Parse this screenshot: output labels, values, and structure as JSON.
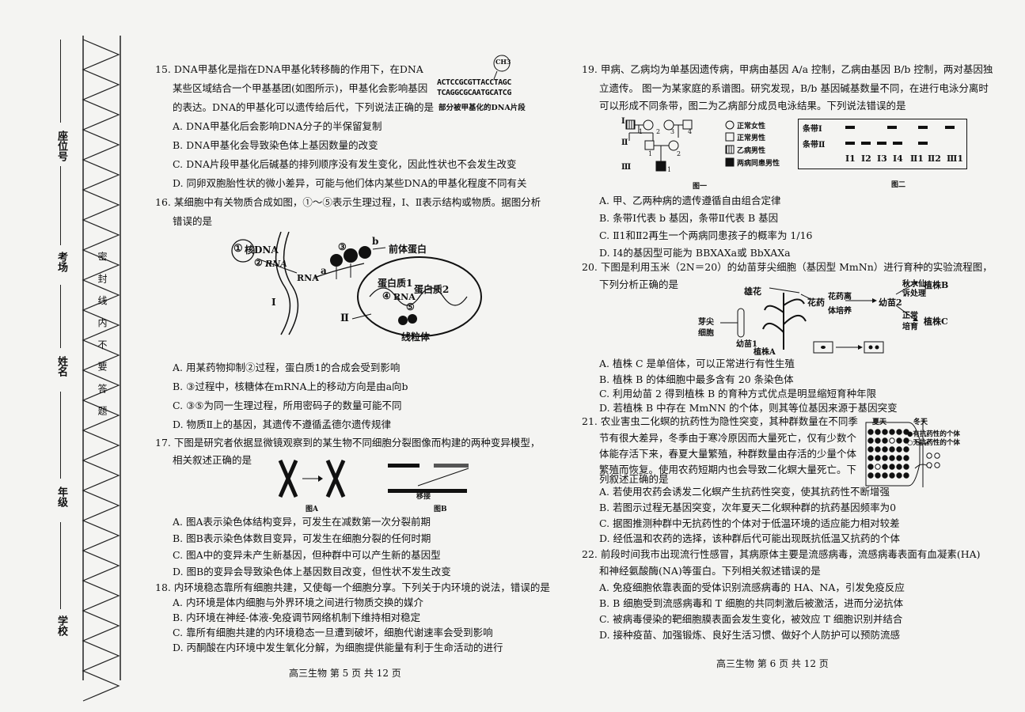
{
  "binding_margin": {
    "labels": [
      "座位号",
      "考场",
      "姓名",
      "年级",
      "学校"
    ],
    "seal_text": "密 封 线 内 不 要 答 题"
  },
  "q15": {
    "lines": [
      "15.  DNA甲基化是指在DNA甲基化转移酶的作用下，在DNA",
      "某些区域结合一个甲基基团(如图所示)，甲基化会影响基因",
      "的表达。DNA的甲基化可以遗传给后代，下列说法正确的是",
      "A. DNA甲基化后会影响DNA分子的半保留复制",
      "B. DNA甲基化会导致染色体上基因数量的改变",
      "C. DNA片段甲基化后碱基的排列顺序没有发生变化，因此性状也不会发生改变",
      "D. 同卵双胞胎性状的微小差异，可能与他们体内某些DNA的甲基化程度不同有关"
    ],
    "fig": {
      "ch3": "CH3",
      "strand1": "ACTCCGCGTTACCTAGC",
      "strand2": "TCAGGCGCAATGCATCG",
      "caption": "部分被甲基化的DNA片段"
    }
  },
  "q16": {
    "lines": [
      "16.  某细胞中有关物质合成如图，①～⑤表示生理过程，Ⅰ、Ⅱ表示结构或物质。据图分析",
      "错误的是",
      "A. 用某药物抑制②过程，蛋白质1的合成会受到影响",
      "B. ③过程中，核糖体在mRNA上的移动方向是由a向b",
      "C. ③⑤为同一生理过程，所用密码子的数量可能不同",
      "D. 物质Ⅱ上的基因，其遗传不遵循孟德尔遗传规律"
    ],
    "fig": {
      "c1": "①",
      "dna": "核DNA",
      "c2": "②",
      "rna1": "RNA",
      "rna2": "RNA",
      "a": "a",
      "b": "b",
      "c3": "③",
      "precursor": "前体蛋白",
      "protein1": "蛋白质1",
      "protein2": "蛋白质2",
      "c4": "④",
      "rna3": "RNA",
      "c5": "⑤",
      "roman1": "Ⅰ",
      "roman2": "Ⅱ",
      "mito": "线粒体"
    }
  },
  "q17": {
    "lines": [
      "17.  下图是研究者依据显微镜观察到的某生物不同细胞分裂图像而构建的两种变异模型，",
      "相关叙述正确的是",
      "A. 图A表示染色体结构变异，可发生在减数第一次分裂前期",
      "B. 图B表示染色体数目变异，可发生在细胞分裂的任何时期",
      "C. 图A中的变异未产生新基因，但种群中可以产生新的基因型",
      "D. 图B的变异会导致染色体上基因数目改变，但性状不发生改变"
    ],
    "fig": {
      "captionA": "图A",
      "captionB": "图B",
      "move": "移接"
    }
  },
  "q18": {
    "lines": [
      "18.  内环境稳态靠所有细胞共建，又使每一个细胞分享。下列关于内环境的说法，错误的是",
      "A. 内环境是体内细胞与外界环境之间进行物质交换的媒介",
      "B. 内环境在神经-体液-免疫调节网络机制下维持相对稳定",
      "C. 靠所有细胞共建的内环境稳态一旦遭到破坏，细胞代谢速率会受到影响",
      "D. 丙酮酸在内环境中发生氧化分解，为细胞提供能量有利于生命活动的进行"
    ]
  },
  "q19": {
    "lines": [
      "19.  甲病、乙病均为单基因遗传病，甲病由基因 A/a 控制，乙病由基因 B/b 控制，两对基因独",
      "立遗传。 图一为某家庭的系谱图。研究发现，B/b 基因碱基数量不同，在进行电泳分离时",
      "可以形成不同条带，图二为乙病部分成员电泳结果。下列说法错误的是",
      "A. 甲、乙两种病的遗传遵循自由组合定律",
      "B. 条带Ⅰ代表 b 基因，条带Ⅱ代表 B 基因",
      "C. Ⅱ1和Ⅱ2再生一个两病同患孩子的概率为 1/16",
      "D. Ⅰ4的基因型可能为 BBXAXa或 BbXAXa"
    ],
    "fig1": {
      "gen1": "Ⅰ",
      "gen2": "Ⅱ",
      "gen3": "Ⅲ",
      "n1": "1",
      "n2": "2",
      "n3": "3",
      "n4": "4",
      "n5": "1",
      "n6": "2",
      "n7": "1",
      "legend": [
        "正常女性",
        "正常男性",
        "乙病男性",
        "两病同患男性"
      ],
      "caption": "图一"
    },
    "fig2": {
      "band1": "条带Ⅰ",
      "band2": "条带Ⅱ",
      "lanes": [
        "Ⅰ1",
        "Ⅰ2",
        "Ⅰ3",
        "Ⅰ4",
        "Ⅱ1",
        "Ⅱ2",
        "Ⅲ1"
      ],
      "caption": "图二"
    }
  },
  "q20": {
    "lines": [
      "20.  下图是利用玉米（2N＝20）的幼苗芽尖细胞（基因型 MmNn）进行育种的实验流程图，",
      "下列分析正确的是",
      "A. 植株 C 是单倍体，可以正常进行有性生殖",
      "B. 植株 B 的体细胞中最多含有 20 条染色体",
      "C. 利用幼苗 2 得到植株 B 的育种方式优点是明显缩短育种年限",
      "D. 若植株 B 中存在 MmNN 的个体，则其等位基因来源于基因突变"
    ],
    "fig": {
      "male_flower": "雄花",
      "anther": "花药",
      "culture1": "花药离",
      "culture2": "体培养",
      "seedling2": "幼苗2",
      "colch1": "秋水仙",
      "colch2": "诉处理",
      "plantB": "植株B",
      "normal1": "正常",
      "normal2": "培育",
      "plantC": "植株C",
      "bud1": "芽尖",
      "bud2": "细胞",
      "seedling1": "幼苗1",
      "plantA": "植株A"
    }
  },
  "q21": {
    "lines": [
      "21.  农业害虫二化螟的抗药性为隐性突变，其种群数量在不同季",
      "节有很大差异，冬季由于寒冷原因而大量死亡，仅有少数个",
      "体能存活下来，春夏大量繁殖，种群数量由存活的少量个体",
      "繁殖而恢复。使用农药短期内也会导致二化螟大量死亡。下",
      "列叙述正确的是",
      "A. 若使用农药会诱发二化螟产生抗药性突变，使其抗药性不断增强",
      "B. 若图示过程无基因突变，次年夏天二化螟种群的抗药基因频率为0",
      "C. 据图推测种群中无抗药性的个体对于低温环境的适应能力相对较差",
      "D. 经低温和农药的选择，该种群后代可能出现既抗低温又抗药的个体"
    ],
    "fig": {
      "summer": "夏天",
      "winter": "冬天",
      "legend1": "●有抗药性的个体",
      "legend2": "○无抗药性的个体"
    }
  },
  "q22": {
    "lines": [
      "22.  前段时间我市出现流行性感冒，其病原体主要是流感病毒，流感病毒表面有血凝素(HA)",
      "和神经氨酸酶(NA)等蛋白。下列相关叙述错误的是",
      "A. 免疫细胞依靠表面的受体识别流感病毒的 HA、NA，引发免疫反应",
      "B. B 细胞受到流感病毒和 T 细胞的共同刺激后被激活，进而分泌抗体",
      "C. 被病毒侵染的靶细胞膜表面会发生变化，被效应 T 细胞识别并结合",
      "D. 接种疫苗、加强锻炼、良好生活习惯、做好个人防护可以预防流感"
    ]
  },
  "footer": {
    "left": "高三生物  第 5 页 共 12 页",
    "right": "高三生物  第 6 页 共 12 页"
  }
}
